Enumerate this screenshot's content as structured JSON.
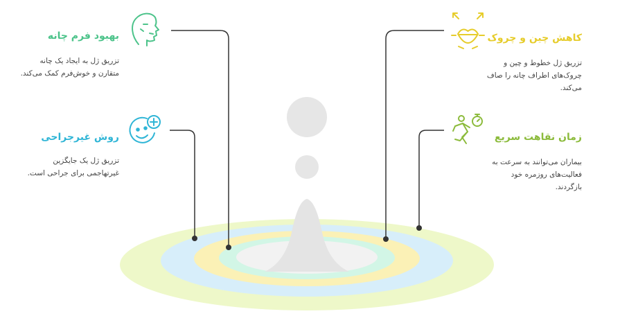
{
  "colors": {
    "green": "#4cc38a",
    "blue": "#2fb5d6",
    "yellow": "#e6cc2a",
    "olive": "#8cbb3c",
    "connector": "#333333",
    "droplet": "#e6e6e6",
    "ring_outer": "#eef8c9",
    "ring_blue": "#d7eefa",
    "ring_yellow": "#fbf1b6",
    "ring_mint": "#d2f6e6",
    "ring_inner": "#f2f2f2"
  },
  "items": [
    {
      "id": "chin",
      "icon": "face-profile-icon",
      "title": "بهبود فرم چانه",
      "lines": [
        "تزریق ژل به ایجاد یک چانه",
        "متقارن و خوش‌فرم کمک می‌کند."
      ]
    },
    {
      "id": "nonsurgical",
      "icon": "smiley-plus-icon",
      "title": "روش غیرجراحی",
      "lines": [
        "تزریق ژل یک جایگزین",
        "غیرتهاجمی برای جراحی است."
      ]
    },
    {
      "id": "wrinkles",
      "icon": "lips-icon",
      "title": "کاهش چین و چروک",
      "lines": [
        "تزریق ژل خطوط و چین و",
        "چروک‌های اطراف چانه را صاف",
        "می‌کند."
      ]
    },
    {
      "id": "recovery",
      "icon": "running-person-timer-icon",
      "title": "زمان نقاهت سریع",
      "lines": [
        "بیماران می‌توانند به سرعت به",
        "فعالیت‌های روزمره خود",
        "بازگردند."
      ]
    }
  ]
}
